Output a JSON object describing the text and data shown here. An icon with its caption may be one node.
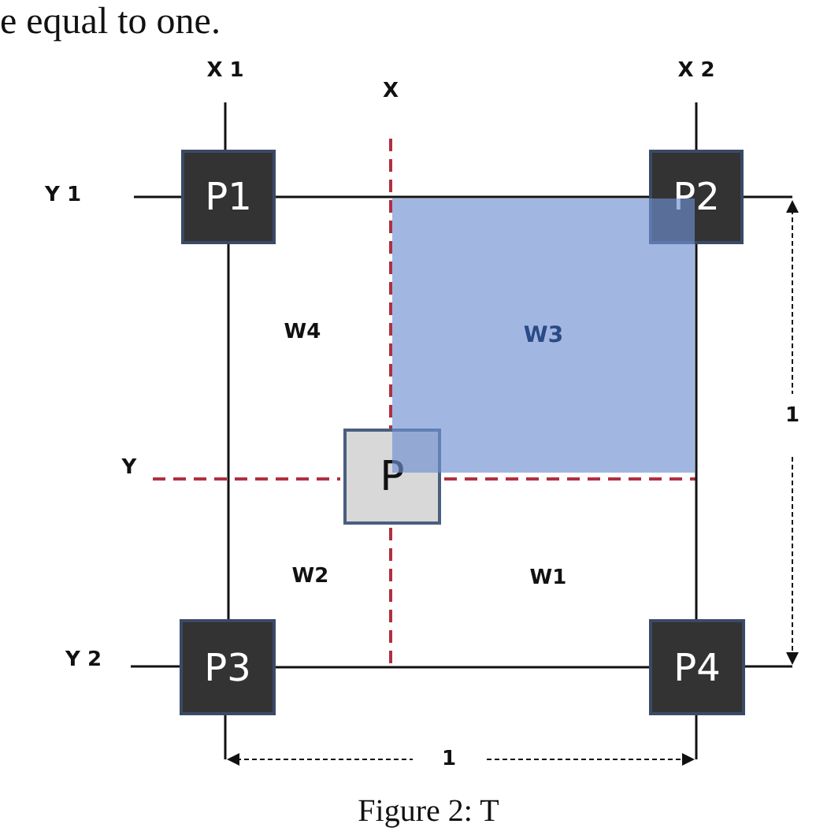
{
  "diagram": {
    "caption": "Figure 2: T",
    "nodes": [
      {
        "text": [
          "P1"
        ]
      },
      {
        "text": [
          "P2"
        ]
      },
      {
        "text": [
          "W3"
        ]
      },
      {
        "text": [
          "P"
        ]
      },
      {
        "text": [
          "P3"
        ]
      },
      {
        "text": [
          "P4"
        ]
      }
    ],
    "edges": [
      {
        "from": 0,
        "to": 1,
        "arrow": "none"
      },
      {
        "from": 0,
        "to": 4,
        "arrow": "none"
      },
      {
        "from": 1,
        "to": 5,
        "arrow": "none"
      },
      {
        "from": 4,
        "to": 5,
        "arrow": "none"
      }
    ],
    "labels": [
      "e equal to one.",
      "X 1",
      "X",
      "X 2",
      "Y 1",
      "W4",
      "1",
      "Y",
      "W2",
      "W1",
      "Y 2",
      "1"
    ]
  }
}
